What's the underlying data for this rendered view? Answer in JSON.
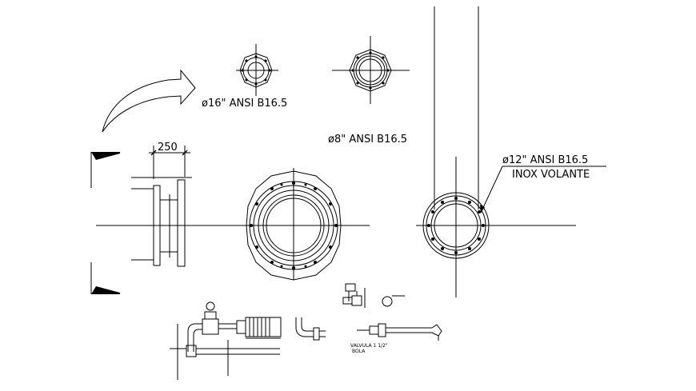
{
  "labels": {
    "flange16": "ø16\" ANSI B16.5",
    "flange8": "ø8\" ANSI B16.5",
    "flange12": "ø12\" ANSI B16.5",
    "inox": "INOX VOLANTE",
    "dim250": "250",
    "valve_line1": "VALVULA 1 1/2\"",
    "valve_line2": "BOLA"
  },
  "colors": {
    "ink": "#000000",
    "paper": "#ffffff"
  },
  "icons": [
    "curved-arrow-icon",
    "section-marker-icon",
    "motor-pump-icon",
    "valve-icon"
  ]
}
